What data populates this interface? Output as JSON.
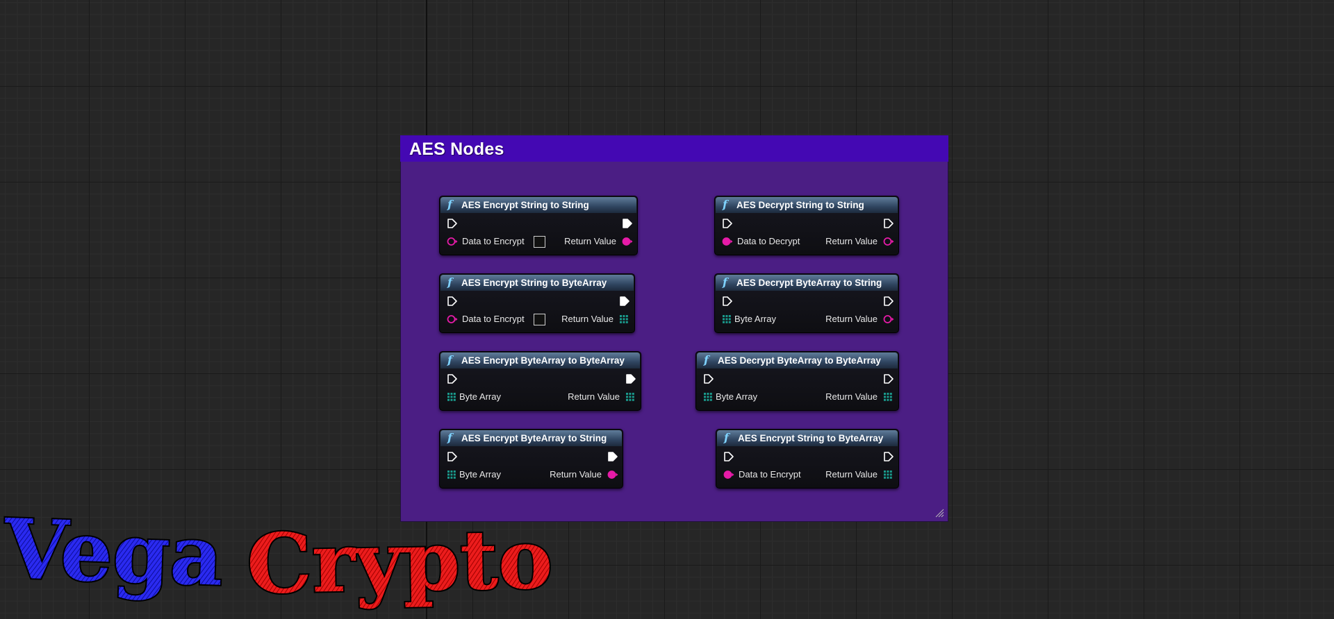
{
  "comment": {
    "title": "AES Nodes"
  },
  "nodes": [
    {
      "title": "AES Encrypt String to String",
      "input_label": "Data to Encrypt",
      "output_label": "Return Value"
    },
    {
      "title": "AES Decrypt String to String",
      "input_label": "Data to Decrypt",
      "output_label": "Return Value"
    },
    {
      "title": "AES Encrypt String to ByteArray",
      "input_label": "Data to Encrypt",
      "output_label": "Return Value"
    },
    {
      "title": "AES Decrypt ByteArray to String",
      "input_label": "Byte Array",
      "output_label": "Return Value"
    },
    {
      "title": "AES Encrypt ByteArray to ByteArray",
      "input_label": "Byte Array",
      "output_label": "Return Value"
    },
    {
      "title": "AES Decrypt ByteArray to ByteArray",
      "input_label": "Byte Array",
      "output_label": "Return Value"
    },
    {
      "title": "AES Encrypt ByteArray to String",
      "input_label": "Byte Array",
      "output_label": "Return Value"
    },
    {
      "title": "AES Encrypt String to ByteArray",
      "input_label": "Data to Encrypt",
      "output_label": "Return Value"
    }
  ],
  "function_glyph": "f",
  "logo": {
    "part1": "Vega",
    "part2": "Crypto",
    "color1": "#1f22e6",
    "color2": "#e31414"
  },
  "colors": {
    "comment_header": "#4408b3",
    "comment_body": "#4b1e84",
    "string_pin": "#e61ba8",
    "bytearray_pin": "#1a9a8c",
    "exec_wire": "#d8d8d8"
  }
}
